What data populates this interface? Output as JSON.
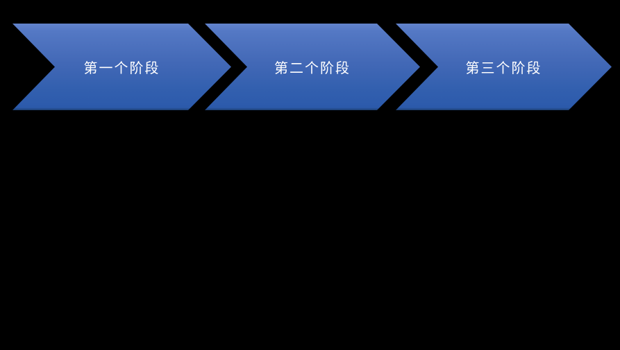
{
  "slide": {
    "background_color": "#000000"
  },
  "diagram": {
    "type": "chevron-process",
    "direction": "left-to-right",
    "stage_count": 3,
    "stages": [
      {
        "label": "第一个阶段"
      },
      {
        "label": "第二个阶段"
      },
      {
        "label": "第三个阶段"
      }
    ],
    "colors": {
      "chevron_gradient_top": "#5d80ca",
      "chevron_gradient_bottom": "#2c5aab",
      "chevron_shadow_edge": "#1e4173",
      "label_text": "#ffffff"
    }
  }
}
